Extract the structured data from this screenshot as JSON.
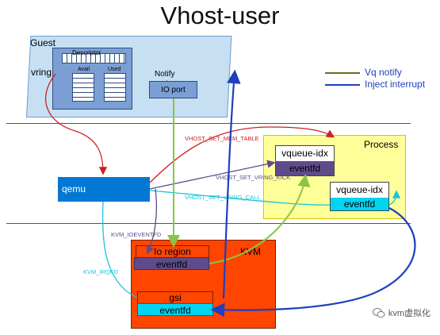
{
  "title": "Vhost-user",
  "legend": {
    "vq_notify": {
      "label": "Vq notify",
      "color": "#6b6b1e"
    },
    "inject_interrupt": {
      "label": "Inject interrupt",
      "color": "#1f3fbf"
    }
  },
  "guest": {
    "label": "Guest",
    "vring_label": "vring",
    "descriptor_label": "Descriptor",
    "avail_label": "Avail",
    "used_label": "Used",
    "notify_port_label": "Notify port",
    "io_port_label": "IO port"
  },
  "qemu": {
    "label": "qemu"
  },
  "process": {
    "label": "Process",
    "vqueue1": {
      "label": "vqueue-idx",
      "eventfd": "eventfd"
    },
    "vqueue2": {
      "label": "vqueue-idx",
      "eventfd": "eventfd"
    }
  },
  "kvm": {
    "label": "KVM",
    "io_region": {
      "label": "Io region",
      "eventfd": "eventfd"
    },
    "gsi": {
      "label": "gsi",
      "eventfd": "eventfd"
    }
  },
  "edges": {
    "set_mem_table": {
      "label": "VHOST_SET_MEM_TABLE",
      "color": "#cc2222"
    },
    "set_vring_kick": {
      "label": "VHOST_SET_VRING_KICK",
      "color": "#5f4b8b"
    },
    "set_vring_call": {
      "label": "VHOST_SET_VRING_CALL",
      "color": "#19c4dc"
    },
    "kvm_ioeventfd": {
      "label": "KVM_IOEVENTFD",
      "color": "#5f4b8b"
    },
    "kvm_irqfd": {
      "label": "KVM_IRQFD",
      "color": "#19c4dc"
    },
    "green_flow": {
      "color": "#8bc34a"
    },
    "blue_flow": {
      "color": "#1f3fbf"
    },
    "red_flow": {
      "color": "#cc2222"
    }
  },
  "watermark": {
    "label": "kvm虚拟化",
    "icon": "wechat-icon"
  }
}
